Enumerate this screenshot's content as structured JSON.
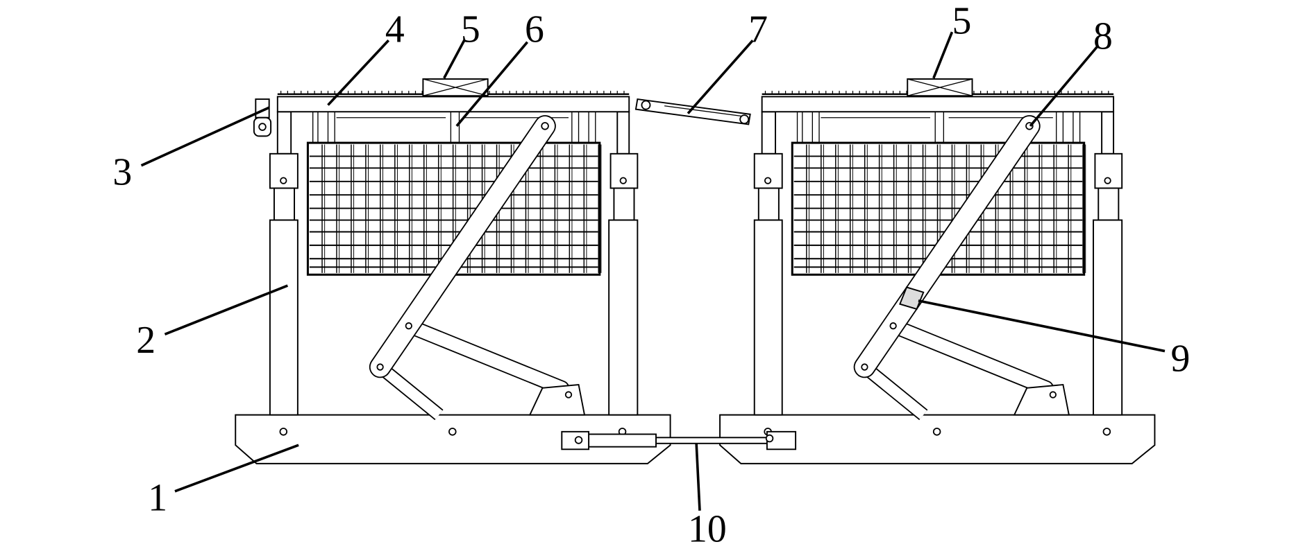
{
  "figure": {
    "type": "patent mechanical drawing (front view)",
    "labels": [
      {
        "id": "l1",
        "text": "1"
      },
      {
        "id": "l2",
        "text": "2"
      },
      {
        "id": "l3",
        "text": "3"
      },
      {
        "id": "l4",
        "text": "4"
      },
      {
        "id": "l5a",
        "text": "5"
      },
      {
        "id": "l6",
        "text": "6"
      },
      {
        "id": "l7",
        "text": "7"
      },
      {
        "id": "l5b",
        "text": "5"
      },
      {
        "id": "l8",
        "text": "8"
      },
      {
        "id": "l9",
        "text": "9"
      },
      {
        "id": "l10",
        "text": "10"
      }
    ]
  }
}
